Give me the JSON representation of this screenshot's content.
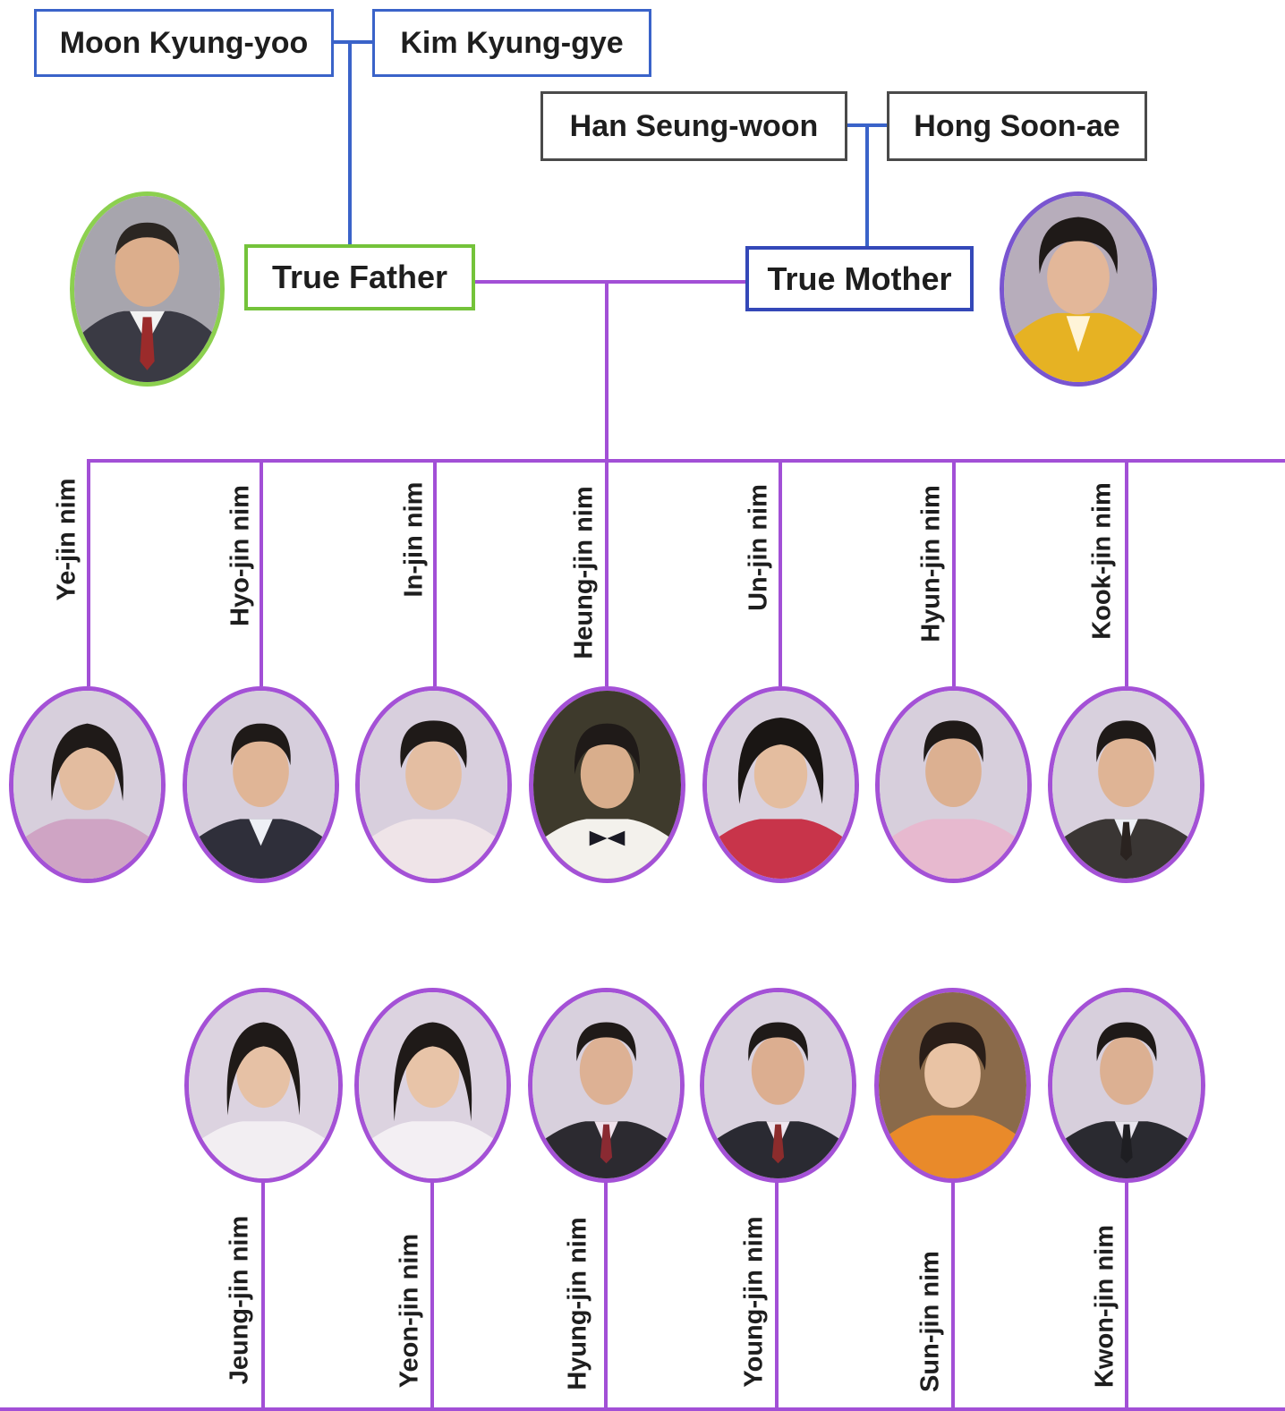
{
  "grandparents_paternal": {
    "father": "Moon Kyung-yoo",
    "mother": "Kim Kyung-gye"
  },
  "grandparents_maternal": {
    "father": "Han Seung-woon",
    "mother": "Hong Soon-ae"
  },
  "parents": {
    "father": "True Father",
    "mother": "True Mother"
  },
  "children_row1": [
    "Ye-jin nim",
    "Hyo-jin nim",
    "In-jin nim",
    "Heung-jin nim",
    "Un-jin nim",
    "Hyun-jin nim",
    "Kook-jin nim"
  ],
  "children_row2": [
    "Jeung-jin nim",
    "Yeon-jin nim",
    "Hyung-jin nim",
    "Young-jin nim",
    "Sun-jin nim",
    "Kwon-jin nim"
  ],
  "colors": {
    "paternal_line": "#3a63c9",
    "children_line": "#a24fd6",
    "father_frame": "#8cd04f",
    "mother_frame": "#3448b8"
  }
}
